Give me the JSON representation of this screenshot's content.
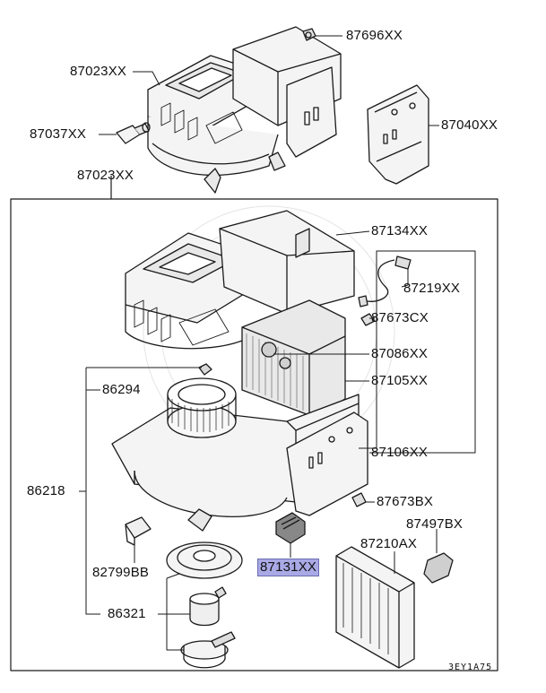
{
  "labels": {
    "p87696": "87696XX",
    "p87023_top": "87023XX",
    "p87037": "87037XX",
    "p87040": "87040XX",
    "p87023_box": "87023XX",
    "p87134": "87134XX",
    "p87219": "87219XX",
    "p87673cx": "87673CX",
    "p87086": "87086XX",
    "p86294": "86294",
    "p87105": "87105XX",
    "p87106": "87106XX",
    "p86218": "86218",
    "p87673bx": "87673BX",
    "p87497bx": "87497BX",
    "p82799bb": "82799BB",
    "p87131": "87131XX",
    "p87210ax": "87210AX",
    "p86321": "86321"
  },
  "diagram_code": "3EY1A75",
  "colors": {
    "line": "#1a1a1a",
    "part_fill": "#f4f4f4",
    "shade": "#cfcfcf",
    "highlight": "#a9a9e6"
  }
}
